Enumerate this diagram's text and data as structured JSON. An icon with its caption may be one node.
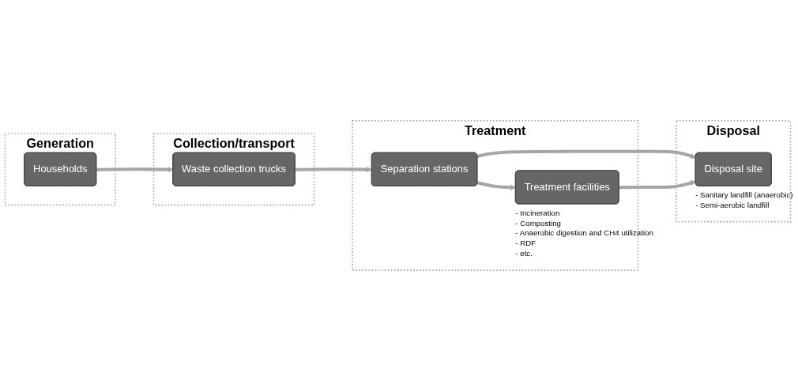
{
  "diagram": {
    "nodes": [
      {
        "text": [
          "Generation"
        ]
      },
      {
        "text": [
          "Households"
        ],
        "in": 0
      },
      {
        "text": [
          "Collection/transport"
        ]
      },
      {
        "text": [
          "Waste collection trucks"
        ],
        "in": 2
      },
      {
        "text": [
          "Treatment"
        ]
      },
      {
        "text": [
          "Separation stations"
        ],
        "in": 4
      },
      {
        "text": [
          "Treatment facilities"
        ],
        "in": 4,
        "beside": [
          "- Incineration",
          "- Composting",
          "- Anaerobic digestion and CH4 utilization",
          "- RDF",
          "- etc."
        ]
      },
      {
        "text": [
          "Disposal"
        ]
      },
      {
        "text": [
          "Disposal site"
        ],
        "in": 7,
        "beside": [
          "- Sanitary landfill (anaerobic)",
          "- Semi-aerobic landfill"
        ]
      }
    ],
    "edges": [
      {
        "from": 1,
        "to": 3,
        "arrow": "to"
      },
      {
        "from": 3,
        "to": 5,
        "arrow": "to"
      },
      {
        "from": 5,
        "to": 8,
        "arrow": "to"
      },
      {
        "from": 5,
        "to": 6,
        "arrow": "to"
      },
      {
        "from": 6,
        "to": 8,
        "arrow": "to"
      }
    ]
  }
}
